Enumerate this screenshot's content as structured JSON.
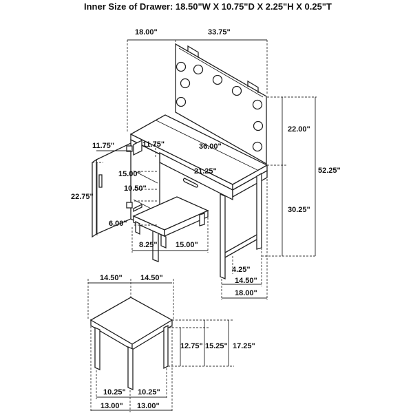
{
  "title": "Inner Size of Drawer: 18.50\"W X 10.75\"D X 2.25\"H X 0.25\"T",
  "vanity": {
    "top_left_width": "18.00\"",
    "top_mirror_width": "33.75\"",
    "door_width": "11.75\"",
    "cabinet_top_depth": "11.75\"",
    "desk_width": "36.00\"",
    "shelf_width": "15.00\"",
    "drawer_width": "21.25\"",
    "shelf_depth": "10.50\"",
    "cabinet_height": "22.75\"",
    "shelf_gap": "6.00\"",
    "mirror_height": "22.00\"",
    "total_height": "52.25\"",
    "desk_height": "30.25\"",
    "leg_gap": "4.25\"",
    "side_inner_depth": "14.50\"",
    "side_depth": "18.00\"",
    "stool_leg_offset": "8.25\"",
    "stool_width": "15.00\""
  },
  "stool": {
    "top_depth": "14.50\"",
    "top_width": "14.50\"",
    "apron_height": "12.75\"",
    "seat_height": "15.25\"",
    "total_height": "17.25\"",
    "inner_depth": "10.25\"",
    "inner_width": "10.25\"",
    "outer_depth": "13.00\"",
    "outer_width": "13.00\""
  }
}
